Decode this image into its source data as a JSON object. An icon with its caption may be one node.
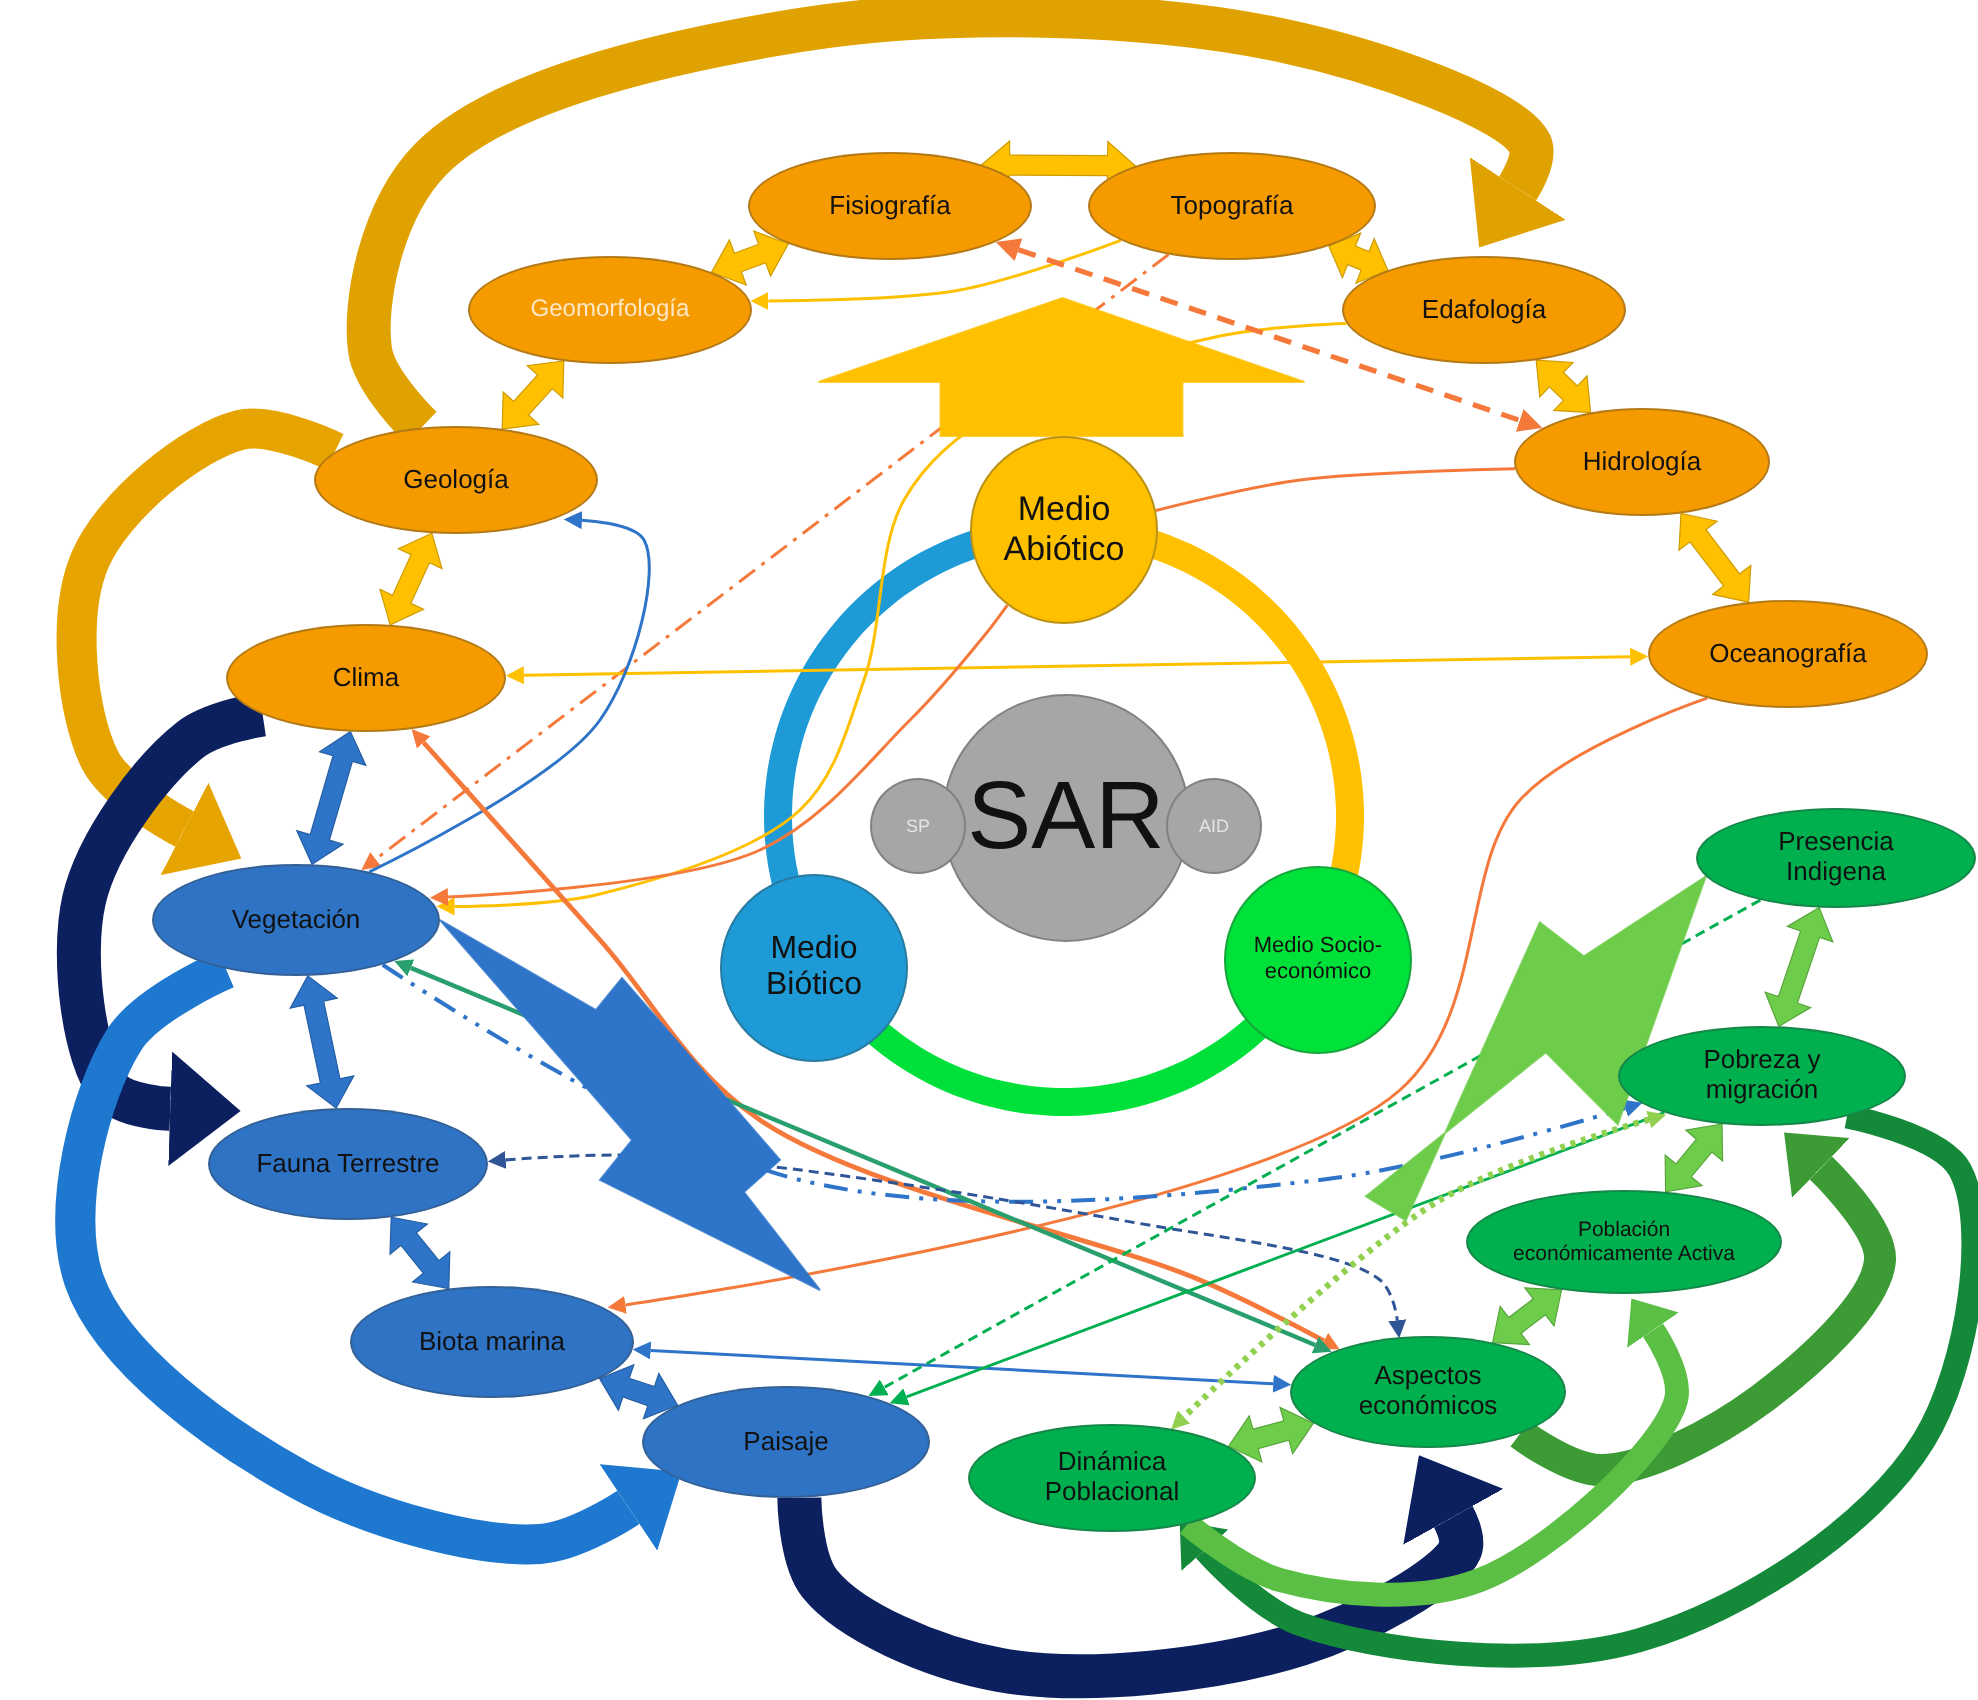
{
  "diagram": {
    "nodes": [
      {
        "text": [
          "Fisiografía"
        ]
      },
      {
        "text": [
          "Topografía"
        ]
      },
      {
        "text": [
          "Geomorfología"
        ]
      },
      {
        "text": [
          "Edafología"
        ]
      },
      {
        "text": [
          "Geología"
        ]
      },
      {
        "text": [
          "Hidrología"
        ]
      },
      {
        "text": [
          "Clima"
        ]
      },
      {
        "text": [
          "Oceanografía"
        ]
      },
      {
        "text": [
          "Medio Abiótico"
        ]
      },
      {
        "text": [
          "SAR"
        ]
      },
      {
        "text": [
          "SP"
        ]
      },
      {
        "text": [
          "AID"
        ]
      },
      {
        "text": [
          "Medio Biótico"
        ]
      },
      {
        "text": [
          "Medio Socio-económico"
        ]
      },
      {
        "text": [
          "Vegetación"
        ]
      },
      {
        "text": [
          "Fauna Terrestre"
        ]
      },
      {
        "text": [
          "Biota marina"
        ]
      },
      {
        "text": [
          "Paisaje"
        ]
      },
      {
        "text": [
          "Presencia Indigena"
        ]
      },
      {
        "text": [
          "Pobreza y migración"
        ]
      },
      {
        "text": [
          "Población económicamente Activa"
        ]
      },
      {
        "text": [
          "Aspectos económicos"
        ]
      },
      {
        "text": [
          "Dinámica Poblacional"
        ]
      }
    ],
    "edges": [
      {
        "from": 2,
        "to": 0,
        "arrow": "both",
        "style": "thick",
        "color": "#ffc000"
      },
      {
        "from": 0,
        "to": 1,
        "arrow": "both",
        "style": "thick",
        "color": "#ffc000"
      },
      {
        "from": 1,
        "to": 3,
        "arrow": "both",
        "style": "thick",
        "color": "#ffc000"
      },
      {
        "from": 2,
        "to": 4,
        "arrow": "both",
        "style": "thick",
        "color": "#ffc000"
      },
      {
        "from": 3,
        "to": 5,
        "arrow": "both",
        "style": "thick",
        "color": "#ffc000"
      },
      {
        "from": 4,
        "to": 6,
        "arrow": "both",
        "style": "thick",
        "color": "#ffc000"
      },
      {
        "from": 5,
        "to": 7,
        "arrow": "both",
        "style": "thick",
        "color": "#ffc000"
      },
      {
        "from": 6,
        "to": 14,
        "arrow": "both",
        "style": "thick",
        "color": "#2e74c9"
      },
      {
        "from": 14,
        "to": 15,
        "arrow": "both",
        "style": "thick",
        "color": "#2e74c9"
      },
      {
        "from": 15,
        "to": 16,
        "arrow": "both",
        "style": "thick",
        "color": "#2e74c9"
      },
      {
        "from": 16,
        "to": 17,
        "arrow": "both",
        "style": "thick",
        "color": "#2e74c9"
      },
      {
        "from": 18,
        "to": 19,
        "arrow": "both",
        "style": "thick",
        "color": "#6dcc4a"
      },
      {
        "from": 19,
        "to": 20,
        "arrow": "both",
        "style": "thick",
        "color": "#6dcc4a"
      },
      {
        "from": 20,
        "to": 21,
        "arrow": "both",
        "style": "thick",
        "color": "#6dcc4a"
      },
      {
        "from": 21,
        "to": 22,
        "arrow": "both",
        "style": "thick",
        "color": "#6dcc4a"
      },
      {
        "from": 4,
        "to": 3,
        "arrow": "to",
        "style": "thick",
        "color": "#e0a200"
      },
      {
        "from": 4,
        "to": 14,
        "arrow": "to",
        "style": "thick",
        "color": "#e6a400"
      },
      {
        "from": 6,
        "to": 15,
        "arrow": "to",
        "style": "thick",
        "color": "#0c1f5e"
      },
      {
        "from": 14,
        "to": 17,
        "arrow": "to",
        "style": "thick",
        "color": "#1e78cf"
      },
      {
        "from": 17,
        "to": 21,
        "arrow": "to",
        "style": "thick",
        "color": "#0c1f5e"
      },
      {
        "from": 21,
        "to": 19,
        "arrow": "to",
        "style": "thick",
        "color": "#3c9b35"
      },
      {
        "from": 19,
        "to": 22,
        "arrow": "to",
        "style": "thick",
        "color": "#15893a"
      },
      {
        "from": 22,
        "to": 20,
        "arrow": "to",
        "style": "thick",
        "color": "#5cbf45"
      },
      {
        "from": 8,
        "to": 13,
        "arrow": "none",
        "style": "thick",
        "color": "#ffc000"
      },
      {
        "from": 8,
        "to": 12,
        "arrow": "none",
        "style": "thick",
        "color": "#1e9ad6"
      },
      {
        "from": 12,
        "to": 13,
        "arrow": "none",
        "style": "thick",
        "color": "#00e03a"
      },
      {
        "from": 1,
        "to": 2,
        "arrow": "to",
        "color": "#ffc000"
      },
      {
        "from": 3,
        "to": 14,
        "arrow": "to",
        "color": "#ffc000"
      },
      {
        "from": 0,
        "to": 5,
        "arrow": "both",
        "style": "dashed",
        "color": "#f4793b"
      },
      {
        "from": 1,
        "to": 14,
        "arrow": "to",
        "style": "dashed",
        "color": "#f4793b"
      },
      {
        "from": 6,
        "to": 7,
        "arrow": "both",
        "color": "#ffc000"
      },
      {
        "from": 5,
        "to": 8,
        "arrow": "none",
        "color": "#f4793b"
      },
      {
        "from": 8,
        "to": 14,
        "arrow": "to",
        "color": "#f4793b"
      },
      {
        "from": 14,
        "to": 4,
        "arrow": "to",
        "color": "#2e74c9"
      },
      {
        "from": 6,
        "to": 21,
        "arrow": "both",
        "color": "#f4793b"
      },
      {
        "from": 7,
        "to": 16,
        "arrow": "to",
        "color": "#f4793b"
      },
      {
        "from": 14,
        "to": 19,
        "arrow": "to",
        "style": "dashed",
        "color": "#2e74c9"
      },
      {
        "from": 14,
        "to": 21,
        "arrow": "both",
        "color": "#2a9f6e"
      },
      {
        "from": 15,
        "to": 21,
        "arrow": "both",
        "style": "dashed",
        "color": "#2f5597"
      },
      {
        "from": 16,
        "to": 21,
        "arrow": "both",
        "color": "#2e74c9"
      },
      {
        "from": 18,
        "to": 17,
        "arrow": "to",
        "style": "dashed",
        "color": "#00b050"
      },
      {
        "from": 19,
        "to": 17,
        "arrow": "to",
        "color": "#00b050"
      },
      {
        "from": 19,
        "to": 22,
        "arrow": "both",
        "style": "dashed",
        "color": "#92d050"
      },
      {
        "from": 8,
        "to": null,
        "arrow": "to",
        "style": "thick",
        "color": "#ffc000"
      },
      {
        "from": 14,
        "to": null,
        "arrow": "both",
        "style": "thick",
        "color": "#2e74c9"
      },
      {
        "from": null,
        "to": 18,
        "arrow": "both",
        "style": "thick",
        "color": "#6dcc4a"
      }
    ]
  }
}
